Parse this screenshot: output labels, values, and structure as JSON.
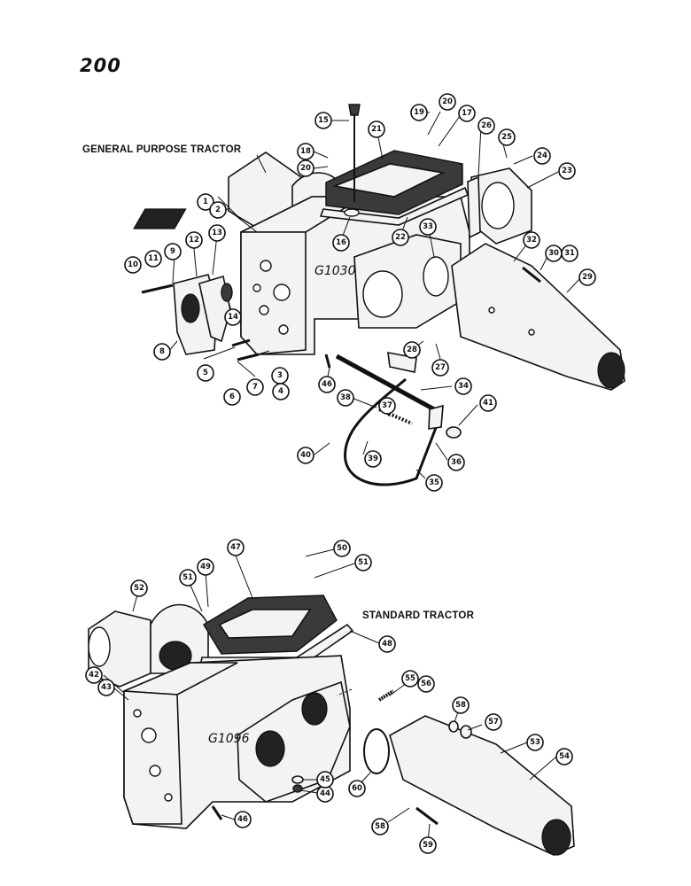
{
  "page_number": "200",
  "sections": {
    "general_purpose": {
      "title": "GENERAL PURPOSE TRACTOR",
      "casting_number": "G1030",
      "callouts": [
        "1",
        "2",
        "3",
        "4",
        "5",
        "6",
        "7",
        "8",
        "9",
        "10",
        "11",
        "12",
        "13",
        "14",
        "15",
        "16",
        "17",
        "18",
        "19",
        "20",
        "20",
        "21",
        "22",
        "23",
        "24",
        "25",
        "26",
        "27",
        "28",
        "29",
        "30",
        "31",
        "32",
        "33",
        "34",
        "35",
        "36",
        "37",
        "38",
        "39",
        "40",
        "41",
        "46"
      ]
    },
    "standard": {
      "title": "STANDARD TRACTOR",
      "casting_number": "G1096",
      "callouts": [
        "42",
        "43",
        "44",
        "45",
        "46",
        "47",
        "48",
        "49",
        "50",
        "51",
        "51",
        "52",
        "53",
        "54",
        "55",
        "56",
        "57",
        "58",
        "58",
        "59",
        "60"
      ]
    }
  }
}
